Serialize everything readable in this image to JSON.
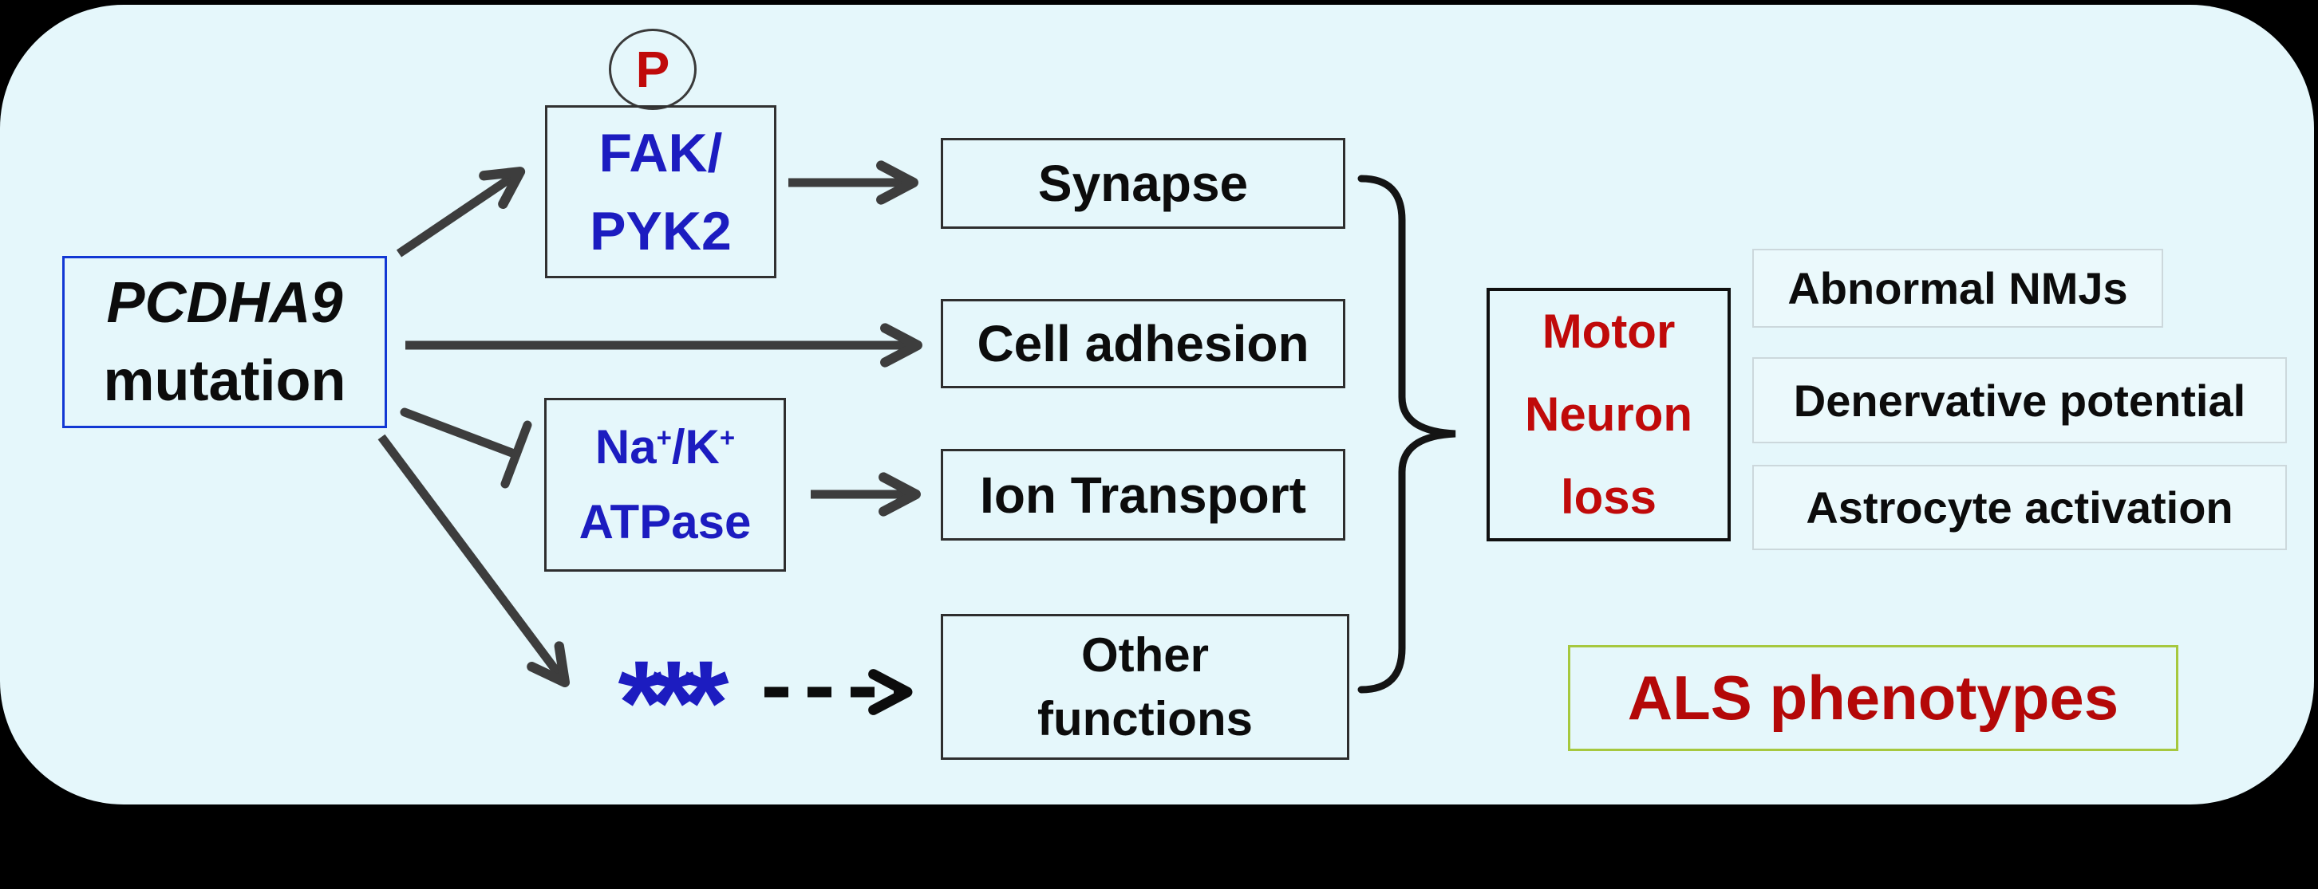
{
  "diagram": {
    "title_context": "PCDHA9 mutation pathway to ALS phenotypes",
    "nodes": {
      "pcdha9": {
        "line1": "PCDHA9",
        "line2": "mutation"
      },
      "phospho": {
        "label": "P"
      },
      "fak_pyk2": {
        "line1": "FAK/",
        "line2": "PYK2"
      },
      "synapse": {
        "label": "Synapse"
      },
      "cell_adhesion": {
        "label": "Cell adhesion"
      },
      "nak_atpase": {
        "seg1": "Na",
        "sup1": "+",
        "seg2": "/K",
        "sup2": "+",
        "line2": "ATPase"
      },
      "ion_transport": {
        "label": "Ion Transport"
      },
      "other_functions": {
        "line1": "Other",
        "line2": "functions"
      },
      "unknown_mediators": {
        "label": "***"
      },
      "motor_neuron_loss": {
        "line1": "Motor",
        "line2": "Neuron",
        "line3": "loss"
      }
    },
    "phenotypes": [
      {
        "label": "Abnormal NMJs"
      },
      {
        "label": "Denervative potential"
      },
      {
        "label": "Astrocyte activation"
      }
    ],
    "als": {
      "label": "ALS phenotypes"
    },
    "edges": [
      {
        "from": "PCDHA9 mutation",
        "to": "FAK/PYK2",
        "type": "arrow"
      },
      {
        "from": "PCDHA9 mutation",
        "to": "Cell adhesion",
        "type": "arrow"
      },
      {
        "from": "PCDHA9 mutation",
        "to": "Na+/K+ ATPase",
        "type": "inhibition-tbar"
      },
      {
        "from": "PCDHA9 mutation",
        "to": "***",
        "type": "arrow"
      },
      {
        "from": "FAK/PYK2",
        "to": "Synapse",
        "type": "arrow"
      },
      {
        "from": "Na+/K+ ATPase",
        "to": "Ion Transport",
        "type": "arrow"
      },
      {
        "from": "***",
        "to": "Other functions",
        "type": "dashed-arrow"
      },
      {
        "from": "Synapse + Cell adhesion + Ion Transport + Other functions",
        "to": "Motor Neuron loss",
        "type": "brace"
      }
    ],
    "colors": {
      "background": "#000000",
      "panel": "#e5f7fb",
      "arrow_gray": "#3d3d3d",
      "dashed_arrow_black": "#0c0c0c",
      "text_blue": "#1c1cc0",
      "accent_red": "#c00a0a",
      "als_red": "#b40808",
      "green_border": "#a6c83e",
      "pcdha9_border_blue": "#1238d4",
      "label_box_border": "#ccd8dc"
    }
  }
}
